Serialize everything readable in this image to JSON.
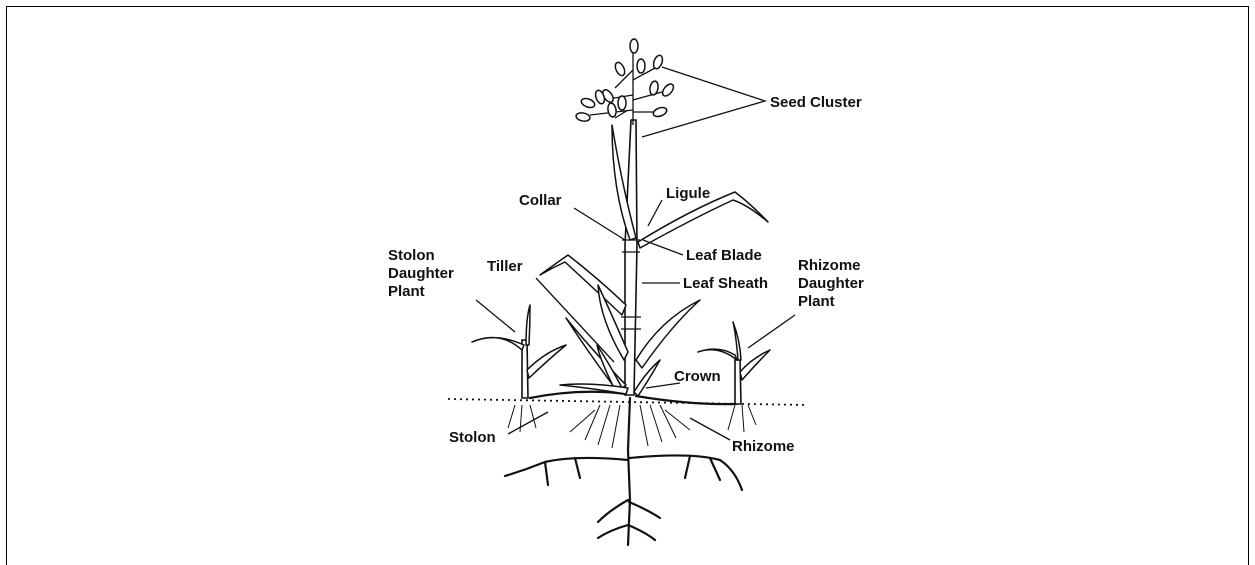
{
  "diagram": {
    "labels": {
      "seed_cluster": "Seed Cluster",
      "ligule": "Ligule",
      "collar": "Collar",
      "leaf_blade": "Leaf Blade",
      "leaf_sheath": "Leaf Sheath",
      "tiller": "Tiller",
      "stolon_daughter": [
        "Stolon",
        "Daughter",
        "Plant"
      ],
      "rhizome_daughter": [
        "Rhizome",
        "Daughter",
        "Plant"
      ],
      "crown": "Crown",
      "stolon": "Stolon",
      "rhizome": "Rhizome"
    }
  }
}
